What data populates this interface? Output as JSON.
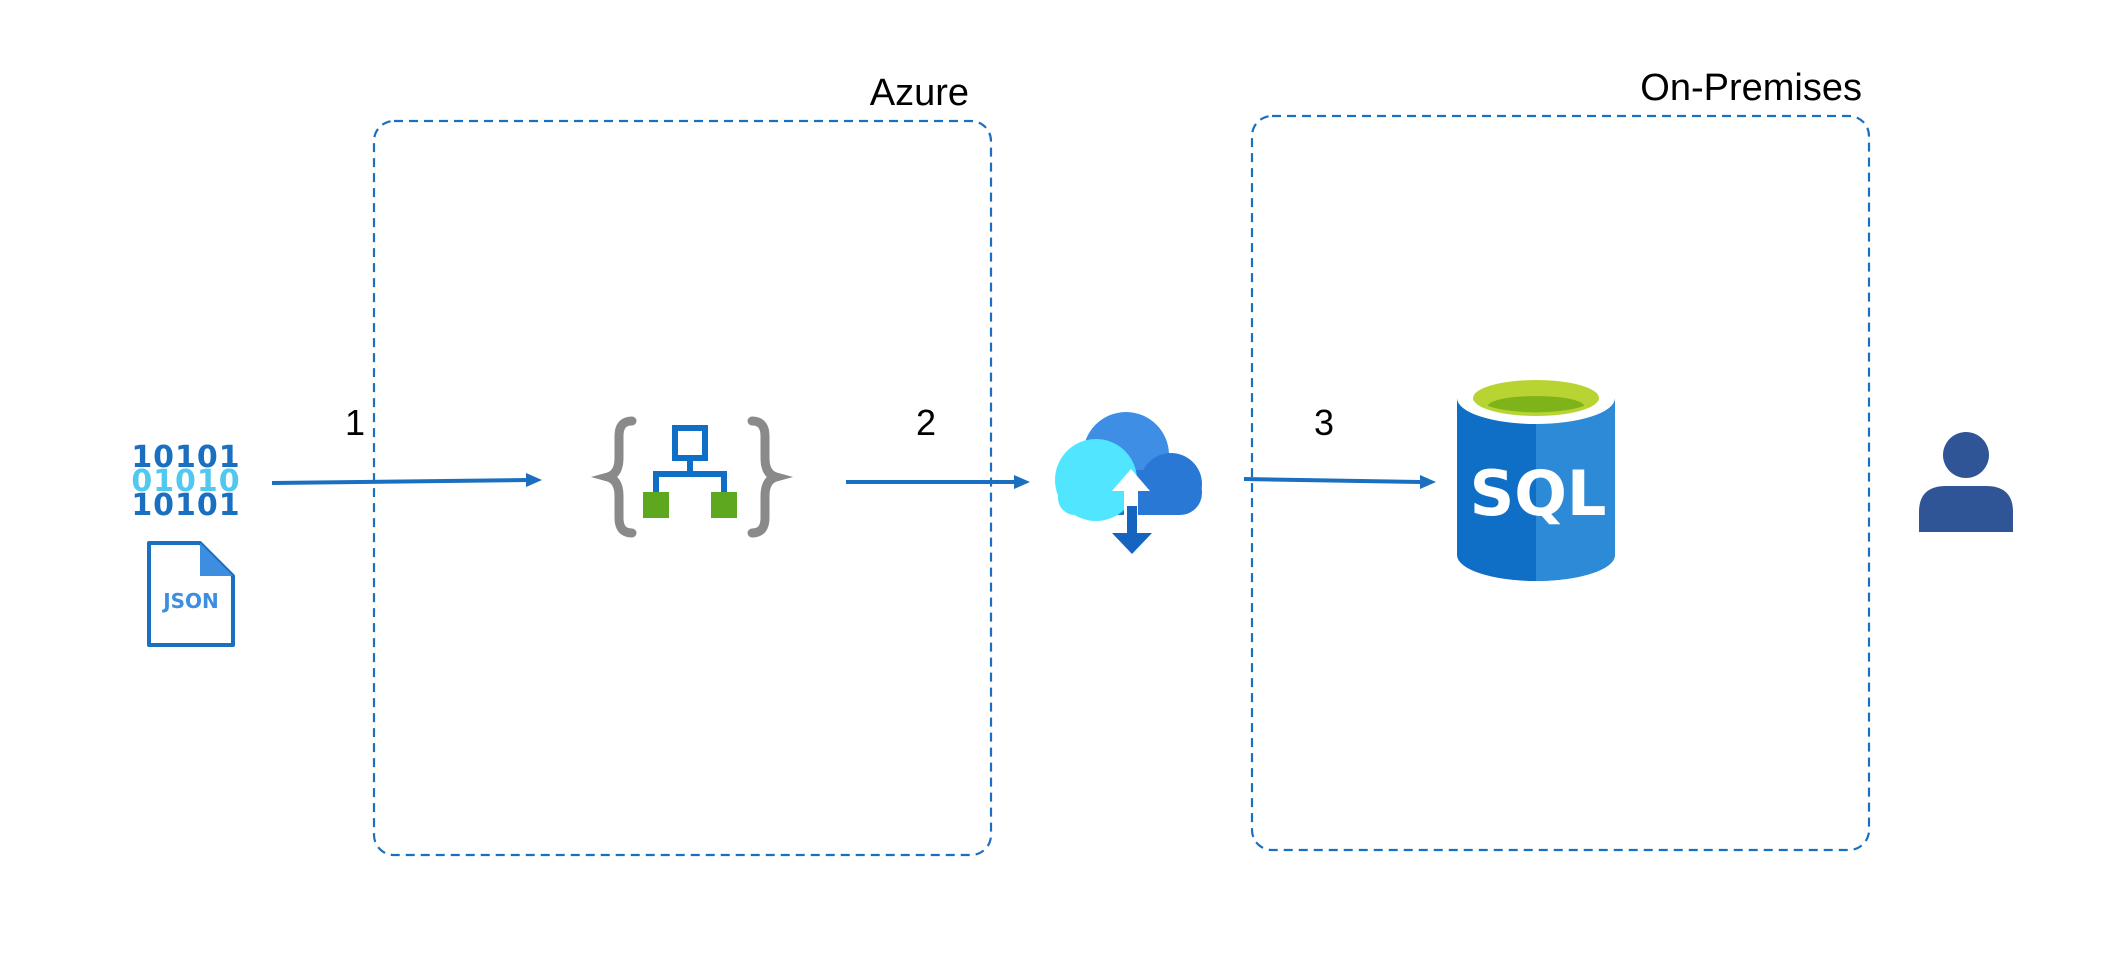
{
  "groups": {
    "azure": {
      "title": "Azure"
    },
    "on_premises": {
      "title": "On-Premises"
    }
  },
  "steps": [
    {
      "number": "1"
    },
    {
      "number": "2"
    },
    {
      "number": "3"
    }
  ],
  "nodes": {
    "data_source": {
      "icons": [
        "binary-data-icon",
        "json-file-icon"
      ],
      "json_label": "JSON"
    },
    "logic_app": {
      "icon": "logic-app-icon"
    },
    "gateway": {
      "icon": "on-premises-data-gateway-icon"
    },
    "database": {
      "icon": "sql-database-icon",
      "label": "SQL"
    },
    "user": {
      "icon": "user-icon"
    }
  },
  "colors": {
    "flow": "#1a6fc0",
    "boundary": "#1a6fc0",
    "azure_blue": "#0f6fc6",
    "light_cyan": "#50e6ff",
    "green": "#5ea81f",
    "user": "#2f5597"
  }
}
